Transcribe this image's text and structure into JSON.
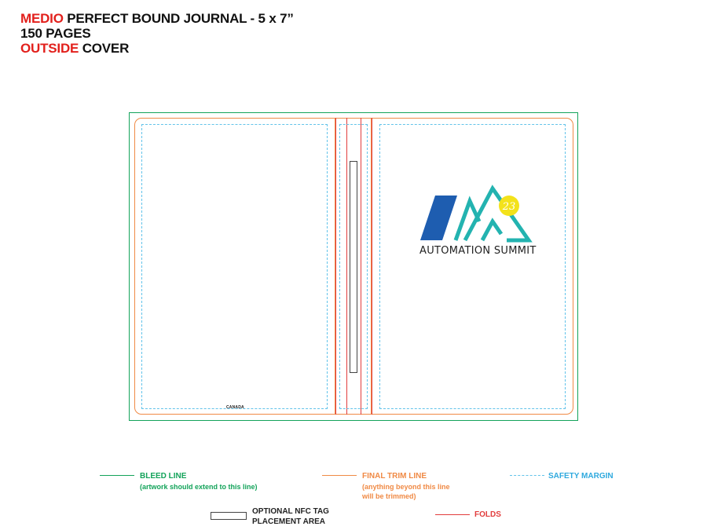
{
  "header": {
    "line1_accent": "MEDIO",
    "line1_rest": " PERFECT BOUND JOURNAL - 5 x 7”",
    "line2": "150 PAGES",
    "line3_accent": "OUTSIDE",
    "line3_rest": " COVER"
  },
  "cover": {
    "back_panel_imprint": "CANADA",
    "logo": {
      "badge_number": "23",
      "wordmark": "AUTOMATION SUMMIT"
    }
  },
  "legend": {
    "bleed_line": {
      "title": "BLEED LINE",
      "note": "(artwork should extend to this line)",
      "color": "#13a35a"
    },
    "final_trim_line": {
      "title": "FINAL TRIM LINE",
      "note_line1": "(anything beyond this line",
      "note_line2": "will be trimmed)",
      "color": "#f08a45"
    },
    "safety_margin": {
      "title": "SAFETY MARGIN",
      "color": "#62c3ea"
    },
    "nfc": {
      "title_line1": "OPTIONAL NFC TAG",
      "title_line2": "PLACEMENT AREA"
    },
    "folds": {
      "title": "FOLDS",
      "color": "#e23d3d"
    }
  }
}
